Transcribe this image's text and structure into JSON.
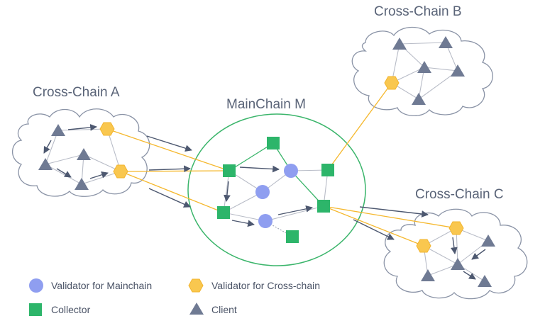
{
  "labels": {
    "chain_a": "Cross-Chain A",
    "chain_b": "Cross-Chain B",
    "chain_c": "Cross-Chain C",
    "main": "MainChain M"
  },
  "legend": {
    "validator_main": "Validator for Mainchain",
    "validator_cross": "Validator for Cross-chain",
    "collector": "Collector",
    "client": "Client"
  },
  "colors": {
    "validator_main": "#8f9ef0",
    "validator_cross": "#f9c74f",
    "collector": "#2db56a",
    "client": "#6f7a93",
    "cloud_stroke": "#8a93a6",
    "main_ring": "#3bb56b",
    "link": "#b8bcc7",
    "cross_link": "#f5b82e",
    "arrow": "#4d5870"
  }
}
